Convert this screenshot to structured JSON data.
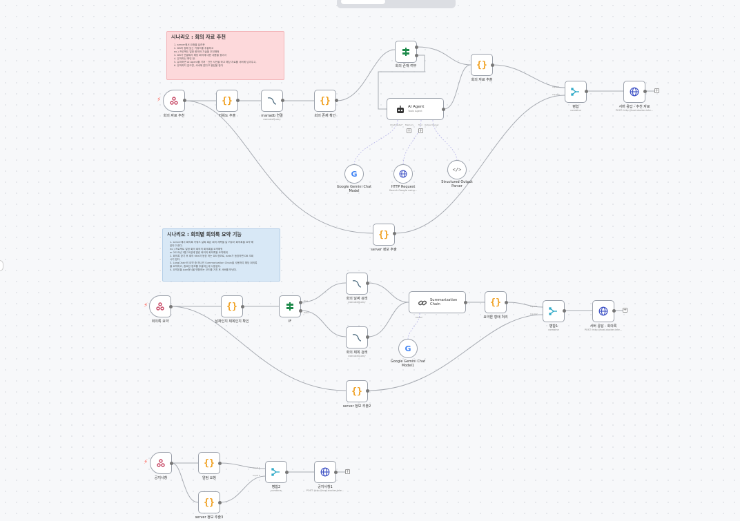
{
  "notes": {
    "scenario1": {
      "title": "시나리오 : 회의 자료 추천",
      "lines": [
        "1. server에서 요청을 날려준",
        "2. DB의 정해 있는 키워드를 추출하고",
        "   ex.) 프로젝트 일정 회의와 기술을 추천해줘",
        "3. DB가 연결해서 해당 회의에 대한 내용을 찾아서",
        "4. 유저하신 확인 한.",
        "5. 유저하면 AI Agent를 거쳐 · 간단 사전을 하고 해당 자료를 서버에 넘겨주고,",
        "6. 유저하지 않으면, 서버에 없다고 응답을 한다"
      ]
    },
    "scenario2": {
      "title": "시나리오 : 회의별 회의록 요약 기능",
      "lines": [
        "1. server에서 회의록 키워드 날짜 혹은 회의 제목을 날 려주어 회의록을 요약 해",
        "   달라고 한다.",
        "   ex.) 프로젝트 일정 회의 회의의 회의록을 요약해줘",
        "   or 2025년 3월 25일에 열린 회의의 회의록을 요약해줘",
        "2. 회의록 찾기 후 회의 title과 등장 하는 DB 정보로, date가 등장하면 DB 조회",
        "   시키 한다.",
        "3. LangChain의 요약 중 하나인 Summarization Chain을 사용하여 해당 회의록",
        "   을 요약하고, 중요한 정보를 추출하는데 사용된다.",
        "4. 요약본을 json형식을 변환하는 코드를 거친 후 서버를 보낸다."
      ]
    }
  },
  "nodes": {
    "n1_trigger": {
      "label": "회의 자료 추천"
    },
    "n1_keyword": {
      "label": "키워드 추출"
    },
    "n1_mariadb": {
      "label": "mariadb 연결",
      "sub": "executeQuery"
    },
    "n1_check": {
      "label": "회의 존재 확인"
    },
    "n1_if": {
      "label": "회의 존재 여부"
    },
    "n1_extract": {
      "label": "회의 자료 추출"
    },
    "n1_agent": {
      "label": "AI Agent",
      "sub": "Tools Agent",
      "ports": [
        "Chat Model*",
        "Memory",
        "Tool",
        "Output Parser"
      ]
    },
    "n1_gemini": {
      "label": "Google Gemini Chat Model"
    },
    "n1_http": {
      "label": "HTTP Request",
      "sub": "Search Google using..."
    },
    "n1_parser": {
      "label": "Structured Output Parser"
    },
    "n1_server": {
      "label": "server 정보 추출"
    },
    "n1_merge": {
      "label": "병합",
      "sub": "combine",
      "ports": [
        "Input 1",
        "Input 2"
      ]
    },
    "n1_send": {
      "label": "서버 응답 - 추천 자료",
      "sub": "POST: http://host.docker.inte..."
    },
    "n2_trigger": {
      "label": "회의록 요약"
    },
    "n2_date": {
      "label": "날짜인지 제목인지 확인"
    },
    "n2_if": {
      "label": "IF"
    },
    "n2_query_date": {
      "label": "회의 날짜 검색",
      "sub": "executeQuery"
    },
    "n2_query_title": {
      "label": "회의 제목 검색",
      "sub": "executeQuery"
    },
    "n2_summary": {
      "label": "Summarization Chain",
      "port": "Model*"
    },
    "n2_gemini": {
      "label": "Google Gemini Chat Model1"
    },
    "n2_convert": {
      "label": "요약본 형태 처리"
    },
    "n2_server": {
      "label": "server 정보 추출2"
    },
    "n2_merge": {
      "label": "병합1",
      "sub": "combine",
      "ports": [
        "Input 1",
        "Input 2"
      ]
    },
    "n2_send": {
      "label": "서버 응답 - 회의록",
      "sub": "POST: http://host.docker.inte..."
    },
    "n3_trigger": {
      "label": "공지사항"
    },
    "n3_alarm": {
      "label": "알림 요청"
    },
    "n3_server": {
      "label": "server 정보 추출3"
    },
    "n3_merge": {
      "label": "병합2",
      "sub": "combine",
      "ports": [
        "Input 1",
        "Input 2"
      ]
    },
    "n3_send": {
      "label": "공지사항1",
      "sub": "POST: http://host.docker.inte..."
    }
  },
  "if_ports": {
    "true": "true",
    "false": "false"
  },
  "colors": {
    "accent_trigger": "#ff5a4e",
    "code": "#f0a020",
    "if": "#1d8a4a",
    "merge": "#26a6c5",
    "http": "#3b4fc4"
  }
}
